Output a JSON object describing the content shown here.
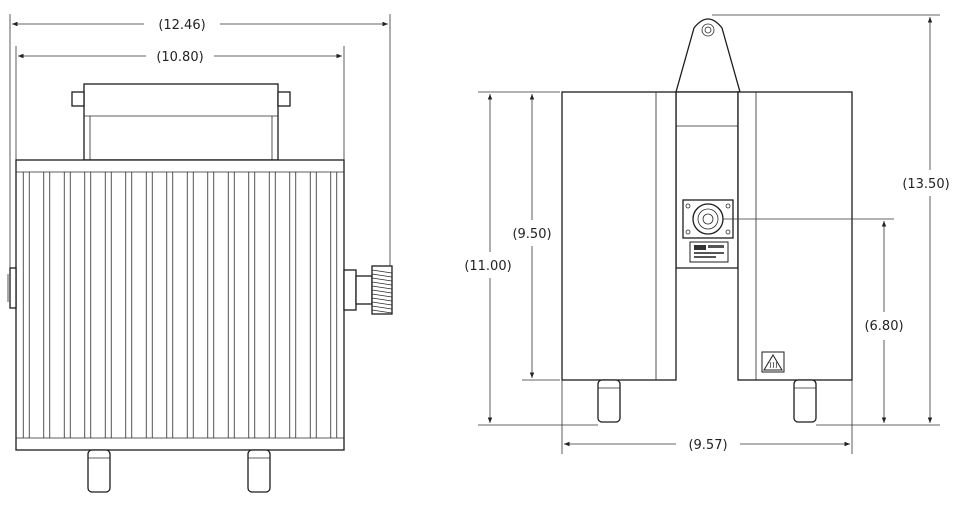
{
  "dimensions": {
    "left_overall_width": "(12.46)",
    "left_body_width": "(10.80)",
    "right_overall_height": "(13.50)",
    "right_body_height": "(11.00)",
    "right_inner_height": "(9.50)",
    "right_connector_height": "(6.80)",
    "right_overall_width": "(9.57)"
  },
  "icons": {
    "warning_label": "hot-surface-warning-icon",
    "front_connector": "knurled-connector-icon",
    "rear_connector": "round-connector-icon"
  }
}
